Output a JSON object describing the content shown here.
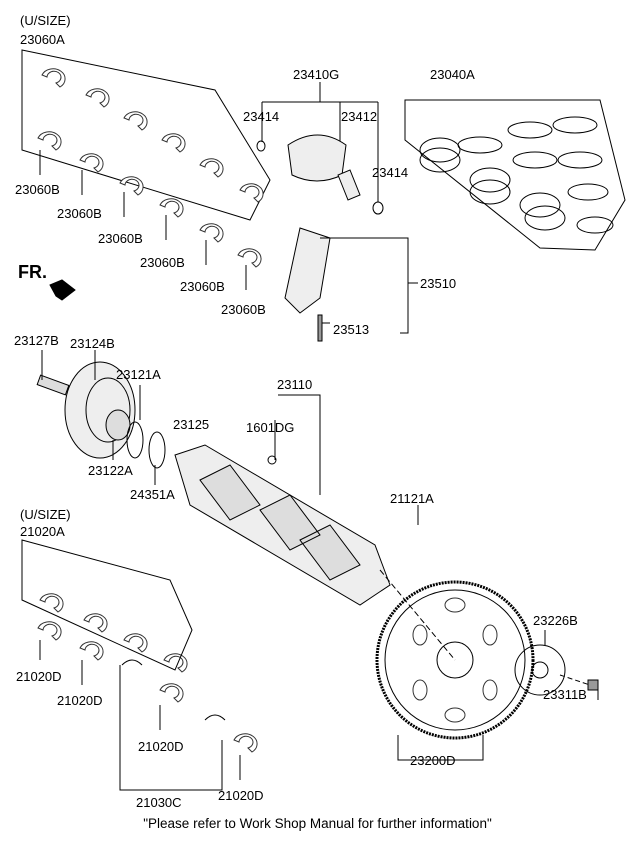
{
  "labels": {
    "undersize_top": "(U/SIZE)",
    "p23060A": "23060A",
    "p23410G": "23410G",
    "p23414_a": "23414",
    "p23412": "23412",
    "p23040A": "23040A",
    "p23414_b": "23414",
    "p23060B_1": "23060B",
    "p23060B_2": "23060B",
    "p23060B_3": "23060B",
    "p23060B_4": "23060B",
    "p23060B_5": "23060B",
    "p23060B_6": "23060B",
    "fr": "FR.",
    "p23510": "23510",
    "p23513": "23513",
    "p23127B": "23127B",
    "p23124B": "23124B",
    "p23121A": "23121A",
    "p23110": "23110",
    "p23125": "23125",
    "p1601DG": "1601DG",
    "p23122A": "23122A",
    "p24351A": "24351A",
    "undersize_bottom": "(U/SIZE)",
    "p21020A": "21020A",
    "p21121A": "21121A",
    "p23226B": "23226B",
    "p21020D_1": "21020D",
    "p21020D_2": "21020D",
    "p21020D_3": "21020D",
    "p21020D_4": "21020D",
    "p23311B": "23311B",
    "p23200D": "23200D",
    "p21030C": "21030C"
  },
  "footer": "\"Please refer to Work Shop Manual for further information\""
}
